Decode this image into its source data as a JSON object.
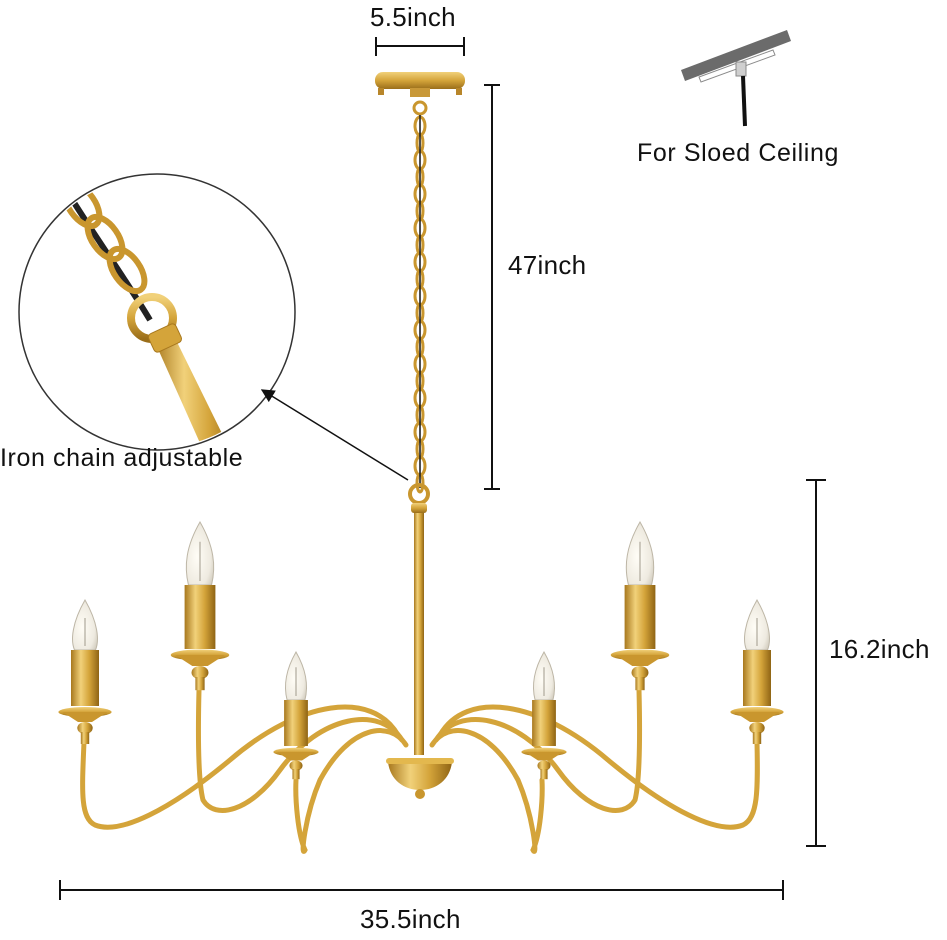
{
  "dimensions": {
    "canopy_width": "5.5inch",
    "chain_length": "47inch",
    "body_height": "16.2inch",
    "overall_width": "35.5inch"
  },
  "callouts": {
    "chain_detail": "Iron chain adjustable",
    "sloped_ceiling": "For Sloed Ceiling"
  },
  "product": {
    "bulb_count": 6
  },
  "colors": {
    "brass": "#d4a43a",
    "brass_dark": "#a8781e",
    "brass_light": "#f1d17a",
    "line": "#111111",
    "ceiling_bar": "#6b6b6b",
    "bulb_glass": "#f3efe4"
  }
}
